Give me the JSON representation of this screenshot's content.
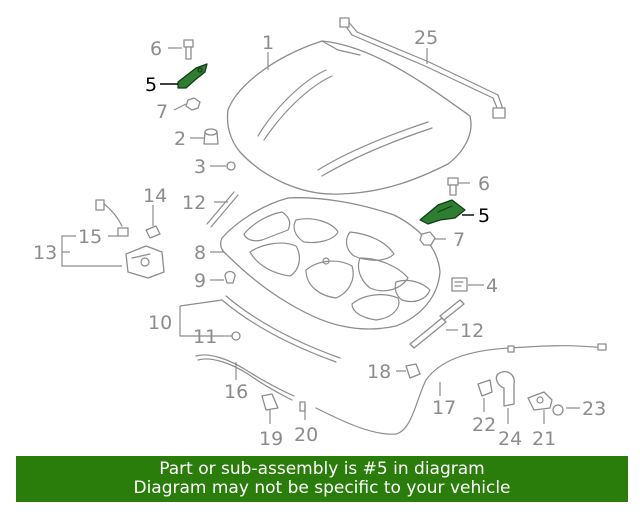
{
  "diagram": {
    "callouts": {
      "c1": "1",
      "c2": "2",
      "c3": "3",
      "c4": "4",
      "c5a": "5",
      "c5b": "5",
      "c6a": "6",
      "c6b": "6",
      "c7a": "7",
      "c7b": "7",
      "c8": "8",
      "c9": "9",
      "c10": "10",
      "c11": "11",
      "c12a": "12",
      "c12b": "12",
      "c13": "13",
      "c14": "14",
      "c15": "15",
      "c16": "16",
      "c17": "17",
      "c18": "18",
      "c19": "19",
      "c20": "20",
      "c21": "21",
      "c22": "22",
      "c23": "23",
      "c24": "24",
      "c25": "25"
    },
    "highlight_color": "#2e7d32",
    "line_color": "#8c8c8c"
  },
  "banner": {
    "line1": "Part or sub-assembly is #5 in diagram",
    "line2": "Diagram may not be specific to your vehicle",
    "background": "#2b7d0b"
  }
}
